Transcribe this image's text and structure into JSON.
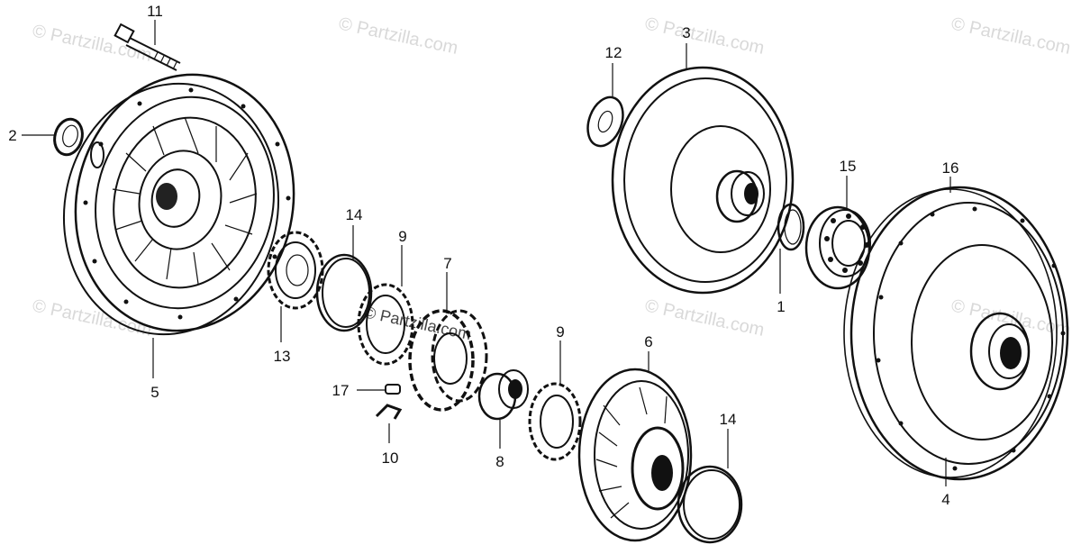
{
  "watermark": {
    "text": "© Partzilla.com",
    "inline_text": "© Partzilla.com"
  },
  "callouts": [
    {
      "id": "1",
      "label": "1"
    },
    {
      "id": "2",
      "label": "2"
    },
    {
      "id": "3",
      "label": "3"
    },
    {
      "id": "4",
      "label": "4"
    },
    {
      "id": "5",
      "label": "5"
    },
    {
      "id": "6",
      "label": "6"
    },
    {
      "id": "7",
      "label": "7"
    },
    {
      "id": "8",
      "label": "8"
    },
    {
      "id": "9a",
      "label": "9"
    },
    {
      "id": "9b",
      "label": "9"
    },
    {
      "id": "10",
      "label": "10"
    },
    {
      "id": "11",
      "label": "11"
    },
    {
      "id": "12",
      "label": "12"
    },
    {
      "id": "13",
      "label": "13"
    },
    {
      "id": "14a",
      "label": "14"
    },
    {
      "id": "14b",
      "label": "14"
    },
    {
      "id": "15",
      "label": "15"
    },
    {
      "id": "16",
      "label": "16"
    },
    {
      "id": "17",
      "label": "17"
    }
  ],
  "colors": {
    "ink": "#111111",
    "watermark": "#d9d9d9",
    "background": "#ffffff"
  }
}
